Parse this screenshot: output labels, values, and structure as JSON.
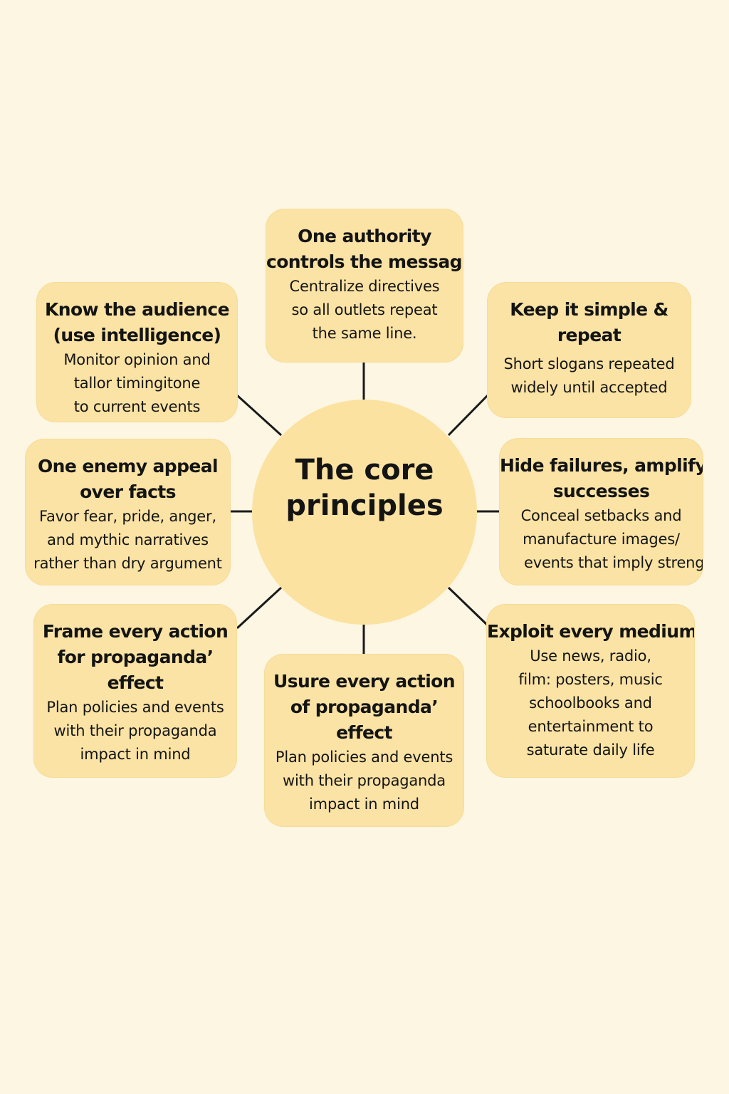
{
  "center": {
    "lines": [
      "The core",
      "principles"
    ]
  },
  "nodes": [
    {
      "id": "top",
      "title": [
        "One authority",
        "controls the message"
      ],
      "desc": [
        "Centralize directives",
        "so all outlets repeat",
        "the same line."
      ]
    },
    {
      "id": "left-top",
      "title": [
        "Know the audience",
        "(use intelligence)"
      ],
      "desc": [
        "Monitor opinion and",
        "tallor timingitone",
        "to current events"
      ]
    },
    {
      "id": "right-top",
      "title": [
        "Keep it simple &",
        "repeat"
      ],
      "desc": [
        "Short slogans repeated",
        "widely until accepted"
      ]
    },
    {
      "id": "left-mid",
      "title": [
        "One enemy appeal",
        "over facts"
      ],
      "desc": [
        "Favor fear, pride, anger,",
        "and mythic narratives",
        "rather than dry argument"
      ]
    },
    {
      "id": "right-mid",
      "title": [
        "Hide failures, amplify",
        "successes"
      ],
      "desc": [
        "Conceal setbacks and",
        "manufacture images/",
        "events that imply strength"
      ]
    },
    {
      "id": "left-bottom",
      "title": [
        "Frame every action",
        "for propaganda’",
        "effect"
      ],
      "desc": [
        "Plan policies and events",
        "with their propaganda",
        "impact in mind"
      ]
    },
    {
      "id": "bottom",
      "title": [
        "Usure every action",
        "of propaganda’",
        "effect"
      ],
      "desc": [
        "Plan policies and events",
        "with their propaganda",
        "impact in mind"
      ]
    },
    {
      "id": "right-bottom",
      "title": [
        "Exploit every medium"
      ],
      "desc": [
        "Use news, radio,",
        "film: posters, music",
        "schoolbooks and",
        "entertainment to",
        "saturate daily life"
      ]
    }
  ],
  "colors": {
    "background": "#fdf6e3",
    "box": "#fae3a4",
    "circle": "#fbe2a0",
    "line": "#1a1a1a"
  }
}
